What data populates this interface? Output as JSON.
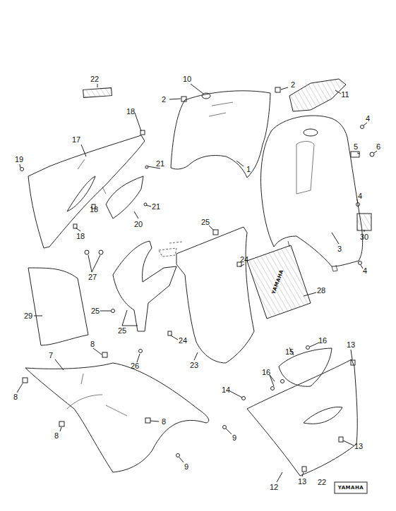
{
  "diagram": {
    "labels": [
      "22",
      "10",
      "2",
      "2",
      "11",
      "18",
      "4",
      "17",
      "5",
      "6",
      "19",
      "21",
      "1",
      "4",
      "21",
      "18",
      "25",
      "18",
      "20",
      "30",
      "3",
      "27",
      "24",
      "4",
      "28",
      "29",
      "25",
      "25",
      "24",
      "16",
      "13",
      "8",
      "26",
      "23",
      "15",
      "7",
      "16",
      "14",
      "8",
      "8",
      "8",
      "9",
      "13",
      "9",
      "13",
      "12",
      "22",
      "YAMAHA",
      "YAMAHA"
    ]
  }
}
